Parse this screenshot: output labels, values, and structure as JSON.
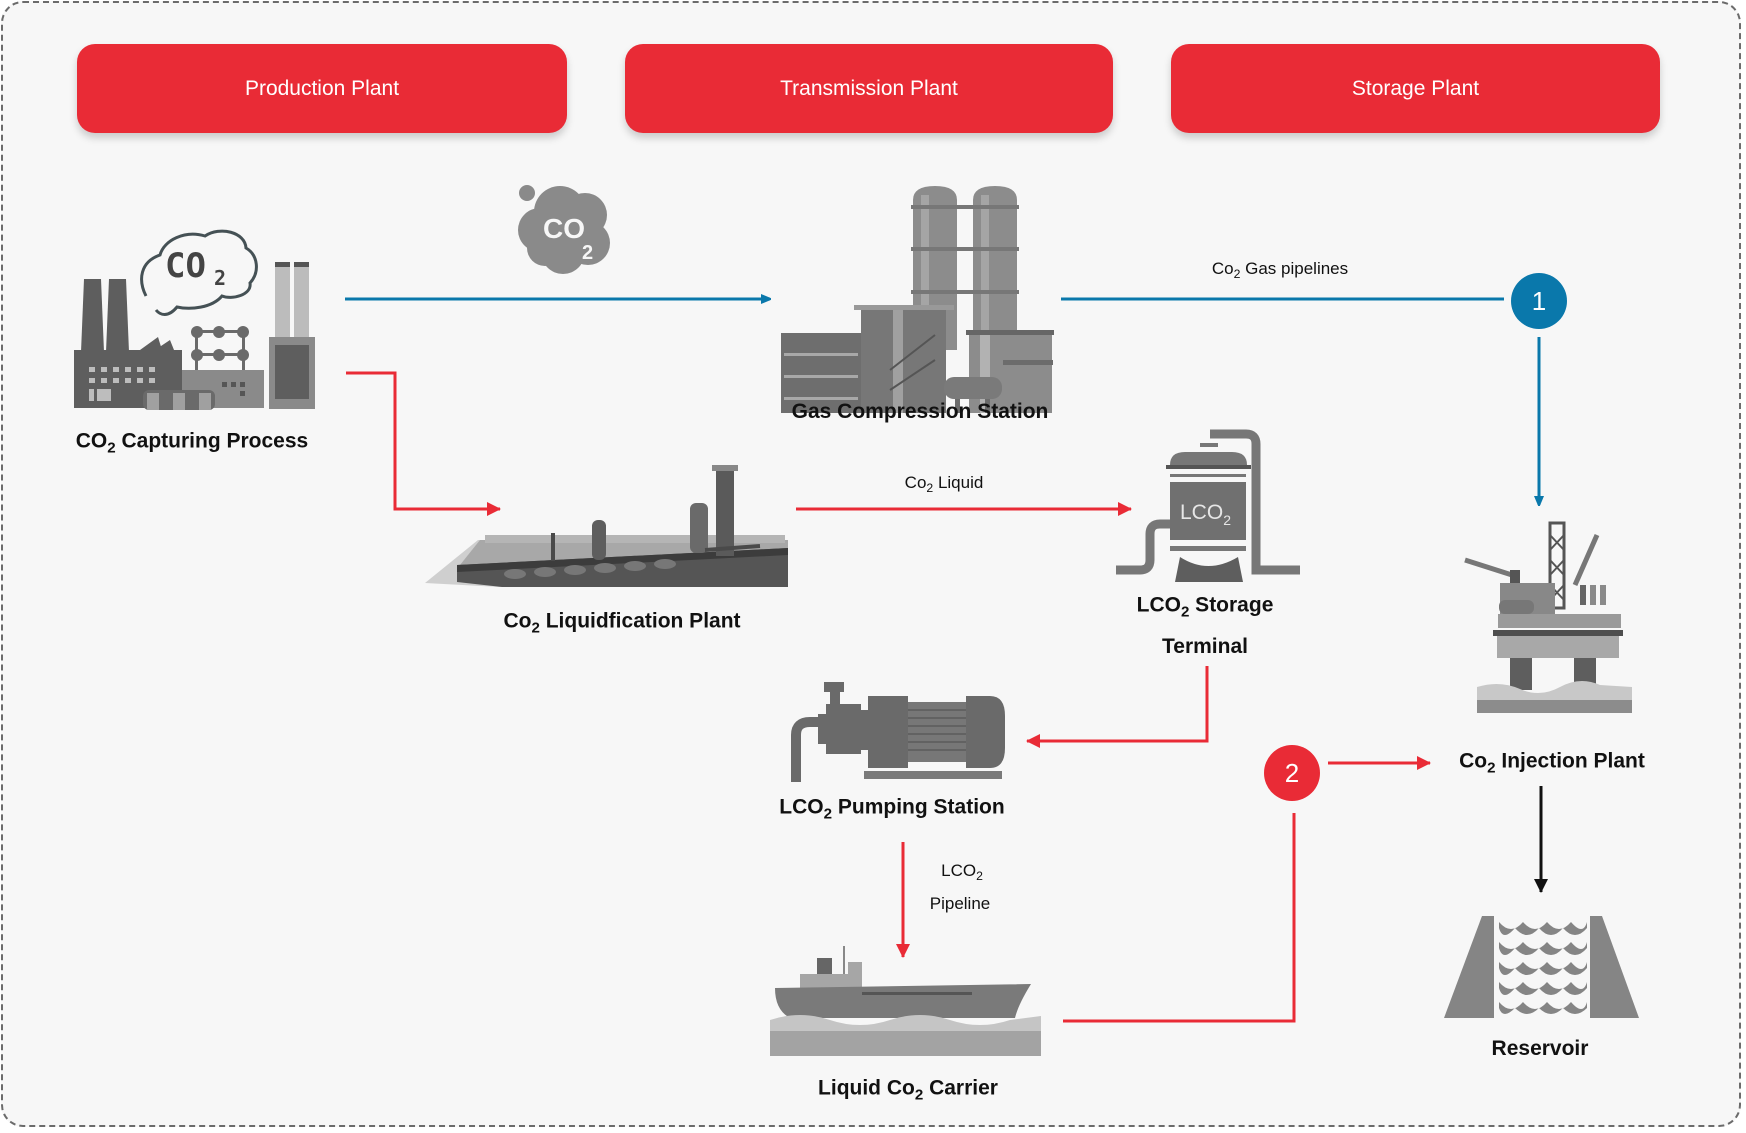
{
  "colors": {
    "stage_red": "#e92b36",
    "flow_red": "#e92b36",
    "flow_blue": "#0a78ab",
    "flow_black": "#111111",
    "icon_gray": "#6f6f6f",
    "background": "#f7f7f7"
  },
  "stages": [
    {
      "label": "Production Plant"
    },
    {
      "label": "Transmission Plant"
    },
    {
      "label": "Storage Plant"
    }
  ],
  "nodes": {
    "capture": {
      "prefix": "CO",
      "sub": "2",
      "suffix": " Capturing Process",
      "icon": "factory-icon"
    },
    "co2_cloud": {
      "text": "CO",
      "sub": "2",
      "icon": "co2-cloud-icon"
    },
    "compression": {
      "label": "Gas Compression Station",
      "icon": "compression-station-icon"
    },
    "liquidification": {
      "prefix": "Co",
      "sub": "2",
      "suffix": " Liquidfication Plant",
      "icon": "liquidification-plant-icon"
    },
    "storage_terminal": {
      "prefix": "LCO",
      "sub": "2",
      "suffix": " Storage",
      "line2": "Terminal",
      "tank_prefix": "LCO",
      "tank_sub": "2",
      "icon": "storage-tank-icon"
    },
    "pumping": {
      "prefix": "LCO",
      "sub": "2",
      "suffix": " Pumping Station",
      "icon": "pump-icon"
    },
    "carrier": {
      "prefix": "Liquid Co",
      "sub": "2",
      "suffix": " Carrier",
      "icon": "ship-icon"
    },
    "injection": {
      "prefix": "Co",
      "sub": "2",
      "suffix": " Injection Plant",
      "icon": "oil-rig-icon"
    },
    "reservoir": {
      "label": "Reservoir",
      "icon": "reservoir-icon"
    }
  },
  "flow_labels": {
    "gas_pipelines": {
      "prefix": "Co",
      "sub": "2",
      "suffix": " Gas pipelines"
    },
    "liquid": {
      "prefix": "Co",
      "sub": "2",
      "suffix": " Liquid"
    },
    "lco2_pipeline": {
      "prefix": "LCO",
      "sub": "2",
      "line2": "Pipeline"
    }
  },
  "badges": [
    {
      "number": "1",
      "color": "#0a78ab"
    },
    {
      "number": "2",
      "color": "#e92b36"
    }
  ]
}
